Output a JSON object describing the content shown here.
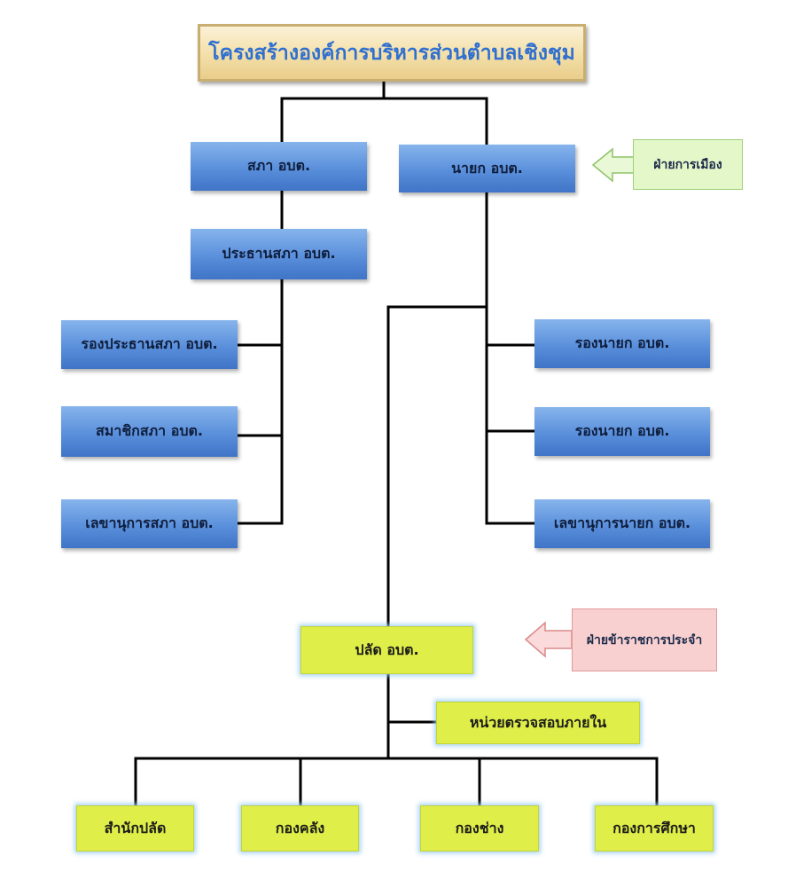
{
  "title": "โครงสร้างองค์การบริหารส่วนตำบลเชิงชุม",
  "legislature": {
    "council": "สภา อบต.",
    "chair": "ประธานสภา อบต.",
    "vice_chair": "รองประธานสภา  อบต.",
    "member": "สมาชิกสภา อบต.",
    "secretary": "เลขานุการสภา  อบต."
  },
  "executive": {
    "mayor": "นายก  อบต.",
    "deputy_1": "รองนายก  อบต.",
    "deputy_2": "รองนายก  อบต.",
    "secretary": "เลขานุการนายก  อบต."
  },
  "civil_service": {
    "clerk": "ปลัด  อบต.",
    "audit": "หน่วยตรวจสอบภายใน",
    "divisions": [
      "สำนักปลัด",
      "กองคลัง",
      "กองช่าง",
      "กองการศึกษา"
    ]
  },
  "labels": {
    "political": "ฝ่ายการเมือง",
    "civil": "ฝ่ายข้าราชการประจำ"
  },
  "colors": {
    "blue_box": "#5a8fdb",
    "yellow_box": "#dfee48",
    "political_label": "#e4f7c8",
    "civil_label": "#f9d0d0",
    "title_text": "#2f6fd0"
  }
}
